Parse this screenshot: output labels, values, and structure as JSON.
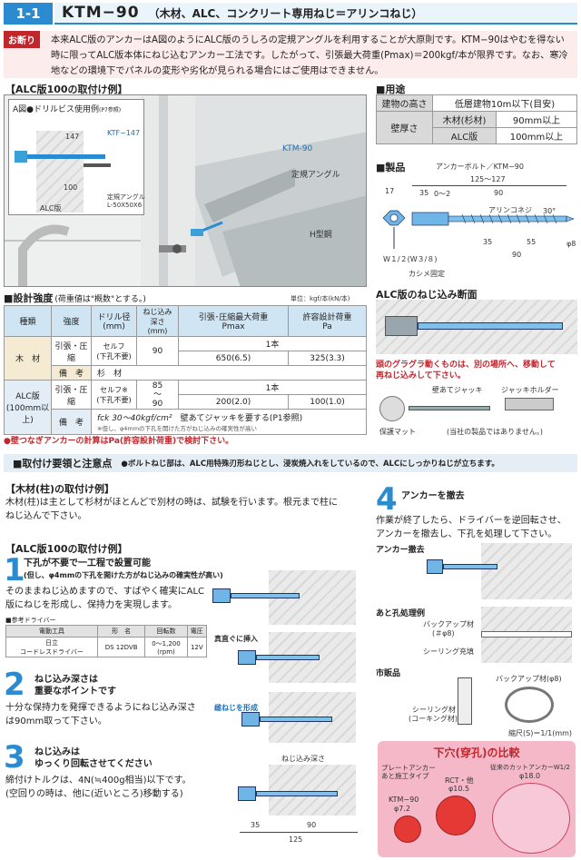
{
  "header": {
    "number": "1-1",
    "title": "KTM−90",
    "subtitle": "（木材、ALC、コンクリート専用ねじ＝アリンコねじ）"
  },
  "notice": {
    "tag": "お断り",
    "line1": "本来ALC版のアンカーはA図のようにALC版のうしろの定規アングルを利用することが大原則です。KTM−90はやむを得ない",
    "line2": "時に限ってALC版本体にねじ込むアンカー工法です。したがって、引張最大荷重(Pmax)＝200kgf/本が限界です。なお、寒冷",
    "line3": "地などの環境下でパネルの変形や劣化が見られる場合にはご使用はできません。"
  },
  "alc_example": {
    "title": "【ALC版100の取付け例】",
    "fig_a": "A図●ドリルビス使用例",
    "fig_a_ref": "(P7参照)",
    "labels": {
      "d147": "147",
      "ktf": "KTF−147",
      "d100": "100",
      "alc": "ALC版",
      "angle": "定規アングル",
      "angle_size": "L-50X50X6",
      "ktm": "KTM-90",
      "teiki": "定規アングル",
      "h_steel": "H型鋼"
    }
  },
  "usage": {
    "title": "■用途",
    "rows": [
      {
        "k": "建物の高さ",
        "v": "低層建物10m以下(目安)"
      },
      {
        "k": "壁厚さ",
        "k2": "木材(杉材)",
        "v": "90mm以上"
      },
      {
        "k": "",
        "k2": "ALC版",
        "v": "100mm以上"
      }
    ]
  },
  "product": {
    "title": "■製品",
    "labels": {
      "bolt": "アンカーボルト／KTM−90",
      "total": "125〜127",
      "d17": "17",
      "d35": "35",
      "d02": "0〜2",
      "d90": "90",
      "arinko": "アリンコネジ",
      "angle30": "30°",
      "w": "W１/２(W３/８)",
      "d35b": "35",
      "d55": "55",
      "d90b": "90",
      "phi8": "φ8",
      "kashime": "カシメ固定"
    }
  },
  "design": {
    "title": "■設計強度",
    "note": "(荷重値は\"概数\"とする。)",
    "unit": "単位：kgf/本(kN/本)",
    "headers": [
      "種類",
      "強度",
      "ドリル径\n(mm)",
      "ねじ込み\n深さ\n(mm)",
      "引張･圧縮最大荷重\nPmax",
      "許容設計荷重\nPa"
    ],
    "wood": {
      "name": "木　材",
      "strength": "引張・圧縮",
      "drill": "セルフ\n(下孔不要)",
      "depth": "90",
      "count": "1本",
      "pmax": "650(6.5)",
      "pa": "325(3.3)",
      "remark_label": "備　考",
      "remark": "杉　材"
    },
    "alc": {
      "name": "ALC版\n(100mm以上)",
      "strength": "引張・圧縮",
      "drill": "セルフ※\n(下孔不要)",
      "depth1": "85",
      "depth_sep": "〜",
      "depth2": "90",
      "count": "1本",
      "pmax": "200(2.0)",
      "pa": "100(1.0)",
      "remark_label": "備　考",
      "remark_fc": "fck 30〜40kgf/cm²",
      "remark_jack": "壁あてジャッキを要する(P1参照)",
      "remark_note": "※但し、φ4mmの下孔を開けた方がねじ込みの確実性が高い"
    },
    "footnote": "●壁つなぎアンカーの計算はPa(許容設計荷重)で検討下さい。"
  },
  "alc_section": {
    "title": "ALC版のねじ込み断面",
    "caption1": "頭のグラグラ動くものは、別の場所へ、移動して",
    "caption2": "再ねじ込みして下さい。",
    "jack": "壁あてジャッキ",
    "holder": "ジャッキホルダー",
    "mat": "保護マット",
    "note": "(当社の製品ではありません。)"
  },
  "mounting": {
    "title": "■取付け要領と注意点",
    "note": "●ボルトねじ部は、ALC用特殊刃形ねじとし、浸炭焼入れをしているので、ALCにしっかりねじが立ちます。"
  },
  "wood_example": {
    "title": "【木材(柱)の取付け例】",
    "body1": "木材(柱)は主として杉材がほとんどで別材の時は、試験を行います。根元まで柱に",
    "body2": "ねじ込んで下さい。"
  },
  "alc_mount": {
    "title": "【ALC版100の取付け例】",
    "step1_num": "1",
    "step1_title": "下孔が不要で一工程で設置可能",
    "step1_sub": "(但し、φ4mmの下孔を開けた方がねじ込みの確実性が高い)",
    "step1_body1": "そのままねじ込めますので、すばやく確実にALC",
    "step1_body2": "版にねじを形成し、保持力を実現します。",
    "driver_title": "■参考ドライバー",
    "driver_headers": [
      "電動工具",
      "形　名",
      "回転数",
      "電圧"
    ],
    "driver_row": [
      "日立\nコードレスドライバー",
      "DS 12DVB",
      "0〜1,200\n(rpm)",
      "12V"
    ],
    "label_straight": "真直ぐに挿入",
    "step2_num": "2",
    "step2_title1": "ねじ込み深さは",
    "step2_title2": "重要なポイントです",
    "step2_body1": "十分な保持力を発揮できるようにねじ込み深さ",
    "step2_body2": "は90mm取って下さい。",
    "label_female": "雌ねじを形成",
    "step3_num": "3",
    "step3_title1": "ねじ込みは",
    "step3_title2": "ゆっくり回転させてください",
    "step3_body1": "締付けトルクは、4N(≒400g相当)以下です。",
    "step3_body2": "(空回りの時は、他に(近いところ)移動する)",
    "depth_label": "ねじ込み深さ",
    "d35": "35",
    "d90": "90",
    "d125": "125"
  },
  "step4": {
    "num": "4",
    "title": "アンカーを撤去",
    "body1": "作業が終了したら、ドライバーを逆回転させ、",
    "body2": "アンカーを撤去し、下孔を処理して下さい。",
    "remove": "アンカー撤去",
    "after": "あと孔処理例",
    "backup": "バックアップ材",
    "backup_phi": "(＃φ8)",
    "sealing": "シーリング充填",
    "market": "市販品",
    "backup2": "バックアップ材(φ8)",
    "sealant": "シーリング材",
    "sealant2": "(コーキング材)",
    "scale": "縮尺(S)＝1/1(mm)"
  },
  "compare": {
    "title": "下穴(穿孔)の比較",
    "plate": "プレートアンカー",
    "plate2": "あと施工タイプ",
    "ktm": "KTM−90",
    "ktm_phi": "φ7.2",
    "rct": "RCT・他",
    "rct_phi": "φ10.5",
    "cut": "従来のカットアンカーW1/2",
    "cut_phi": "φ18.0"
  },
  "colors": {
    "accent": "#2a8bd0",
    "red": "#c0272d",
    "pink": "#f4b8c8",
    "notice": "#fdecec"
  }
}
